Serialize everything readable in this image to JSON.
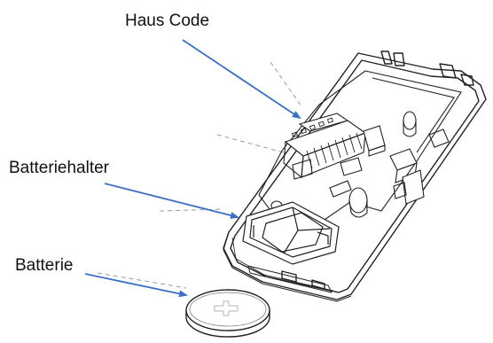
{
  "labels": {
    "house_code": "Haus Code",
    "battery_holder": "Batteriehalter",
    "battery": "Batterie"
  },
  "colors": {
    "arrow": "#3a6fc4",
    "line_art": "#222222",
    "guide": "#9a9a9a"
  }
}
